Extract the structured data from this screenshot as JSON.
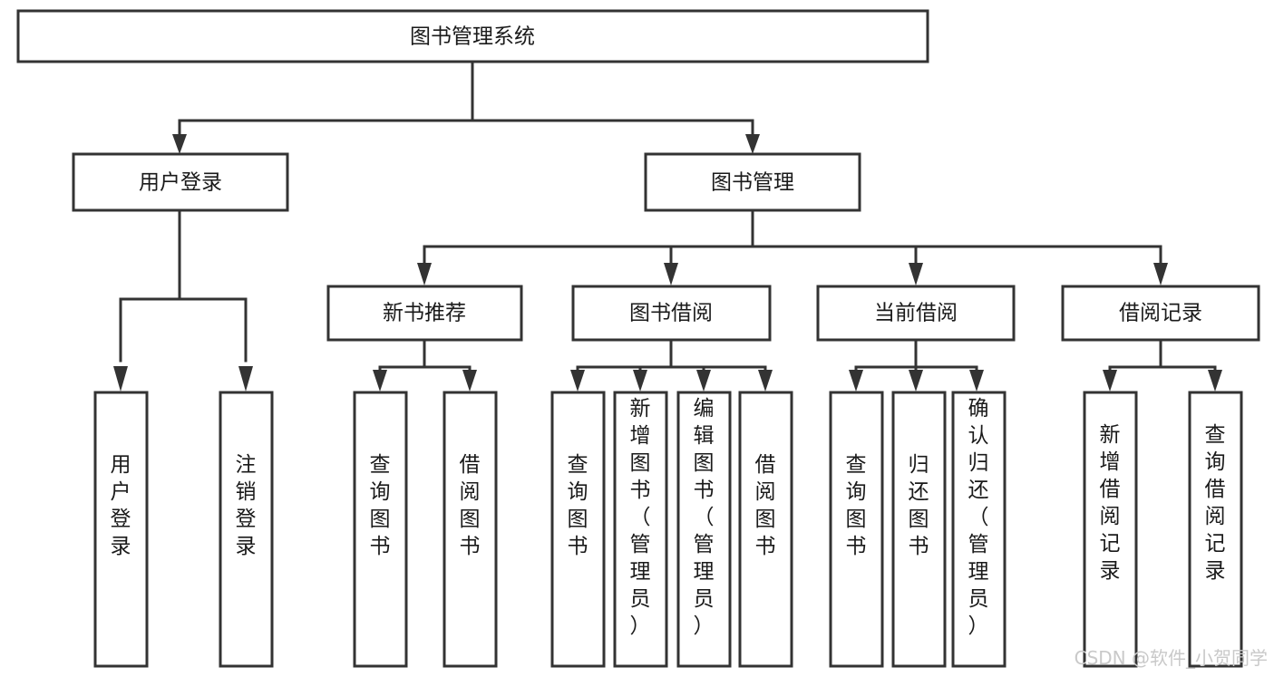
{
  "diagram": {
    "type": "tree-flowchart",
    "title_node": {
      "label": "图书管理系统"
    },
    "level2": [
      {
        "label": "用户登录"
      },
      {
        "label": "图书管理"
      }
    ],
    "level3": [
      {
        "label": "新书推荐"
      },
      {
        "label": "图书借阅"
      },
      {
        "label": "当前借阅"
      },
      {
        "label": "借阅记录"
      }
    ],
    "leaves": {
      "user_login": [
        {
          "label": "用户登录"
        },
        {
          "label": "注销登录"
        }
      ],
      "new_book_recommend": [
        {
          "label": "查询图书"
        },
        {
          "label": "借阅图书"
        }
      ],
      "book_borrow": [
        {
          "label": "查询图书"
        },
        {
          "label": "新增图书（管理员）"
        },
        {
          "label": "编辑图书（管理员）"
        },
        {
          "label": "借阅图书"
        }
      ],
      "current_borrow": [
        {
          "label": "查询图书"
        },
        {
          "label": "归还图书"
        },
        {
          "label": "确认归还（管理员）"
        }
      ],
      "borrow_record": [
        {
          "label": "新增借阅记录"
        },
        {
          "label": "查询借阅记录"
        }
      ]
    }
  },
  "watermark": {
    "text": "CSDN @软件_小贺同学"
  },
  "colors": {
    "box_stroke": "#333333",
    "box_fill": "#ffffff",
    "text": "#1a1a1a",
    "watermark": "#c9c9c9",
    "background": "#ffffff"
  }
}
